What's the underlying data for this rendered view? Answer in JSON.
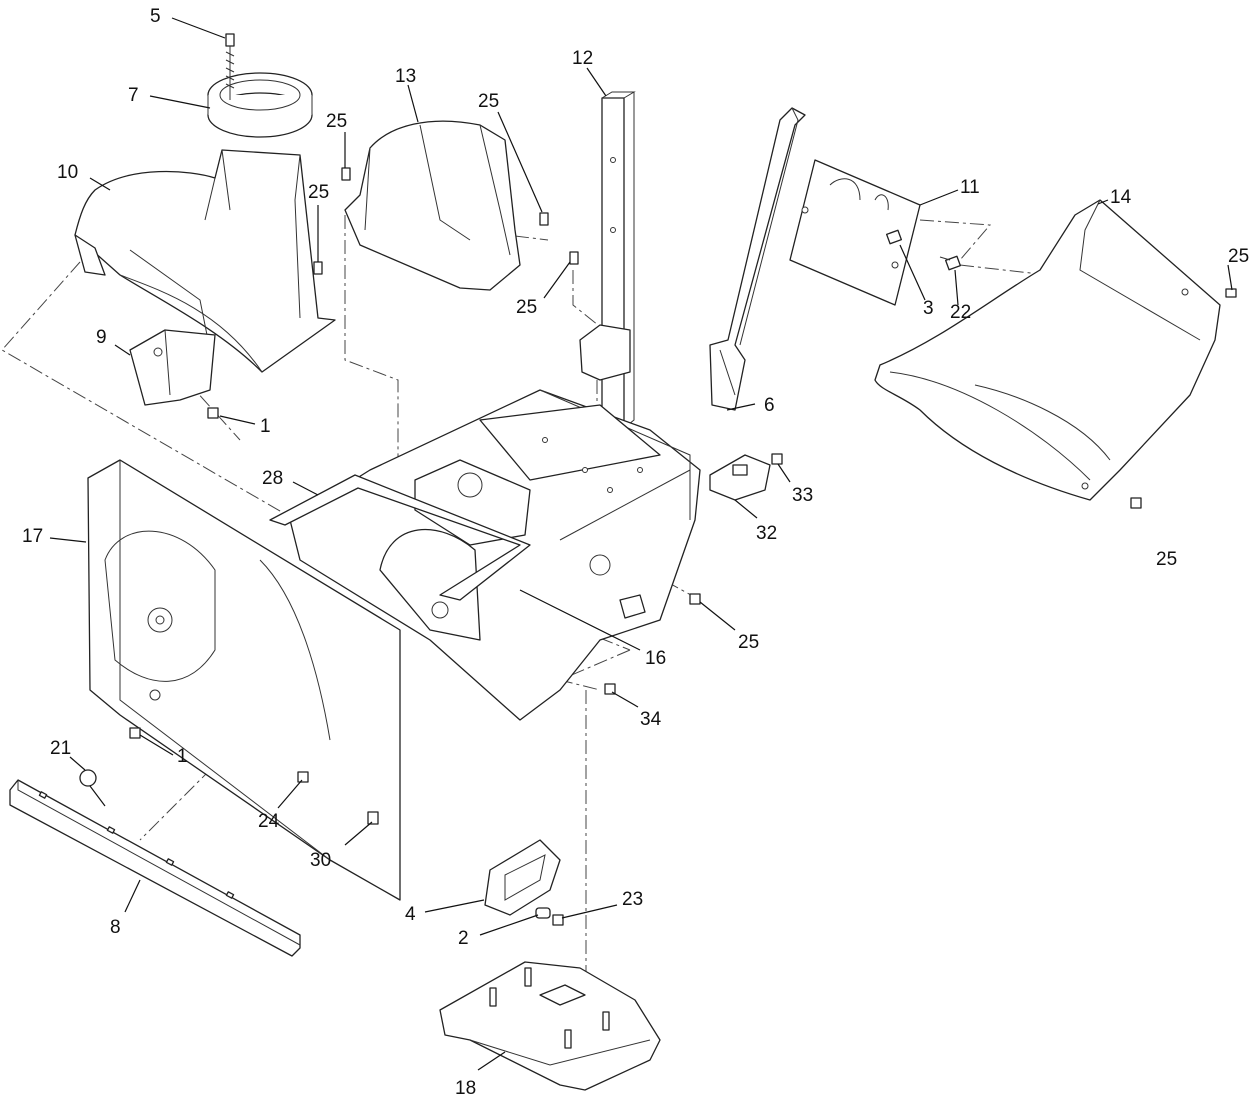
{
  "callouts": [
    {
      "id": "c5",
      "text": "5"
    },
    {
      "id": "c7",
      "text": "7"
    },
    {
      "id": "c10",
      "text": "10"
    },
    {
      "id": "c25a",
      "text": "25"
    },
    {
      "id": "c25b",
      "text": "25"
    },
    {
      "id": "c9",
      "text": "9"
    },
    {
      "id": "c1a",
      "text": "1"
    },
    {
      "id": "c13",
      "text": "13"
    },
    {
      "id": "c25c",
      "text": "25"
    },
    {
      "id": "c25d",
      "text": "25"
    },
    {
      "id": "c12",
      "text": "12"
    },
    {
      "id": "c11",
      "text": "11"
    },
    {
      "id": "c14",
      "text": "14"
    },
    {
      "id": "c25e",
      "text": "25"
    },
    {
      "id": "c3",
      "text": "3"
    },
    {
      "id": "c22",
      "text": "22"
    },
    {
      "id": "c6",
      "text": "6"
    },
    {
      "id": "c28",
      "text": "28"
    },
    {
      "id": "c17",
      "text": "17"
    },
    {
      "id": "c33",
      "text": "33"
    },
    {
      "id": "c32",
      "text": "32"
    },
    {
      "id": "c25f",
      "text": "25"
    },
    {
      "id": "c16",
      "text": "16"
    },
    {
      "id": "c25g",
      "text": "25"
    },
    {
      "id": "c34",
      "text": "34"
    },
    {
      "id": "c1b",
      "text": "1"
    },
    {
      "id": "c21",
      "text": "21"
    },
    {
      "id": "c24",
      "text": "24"
    },
    {
      "id": "c30",
      "text": "30"
    },
    {
      "id": "c8",
      "text": "8"
    },
    {
      "id": "c4",
      "text": "4"
    },
    {
      "id": "c23",
      "text": "23"
    },
    {
      "id": "c2",
      "text": "2"
    },
    {
      "id": "c18",
      "text": "18"
    }
  ]
}
